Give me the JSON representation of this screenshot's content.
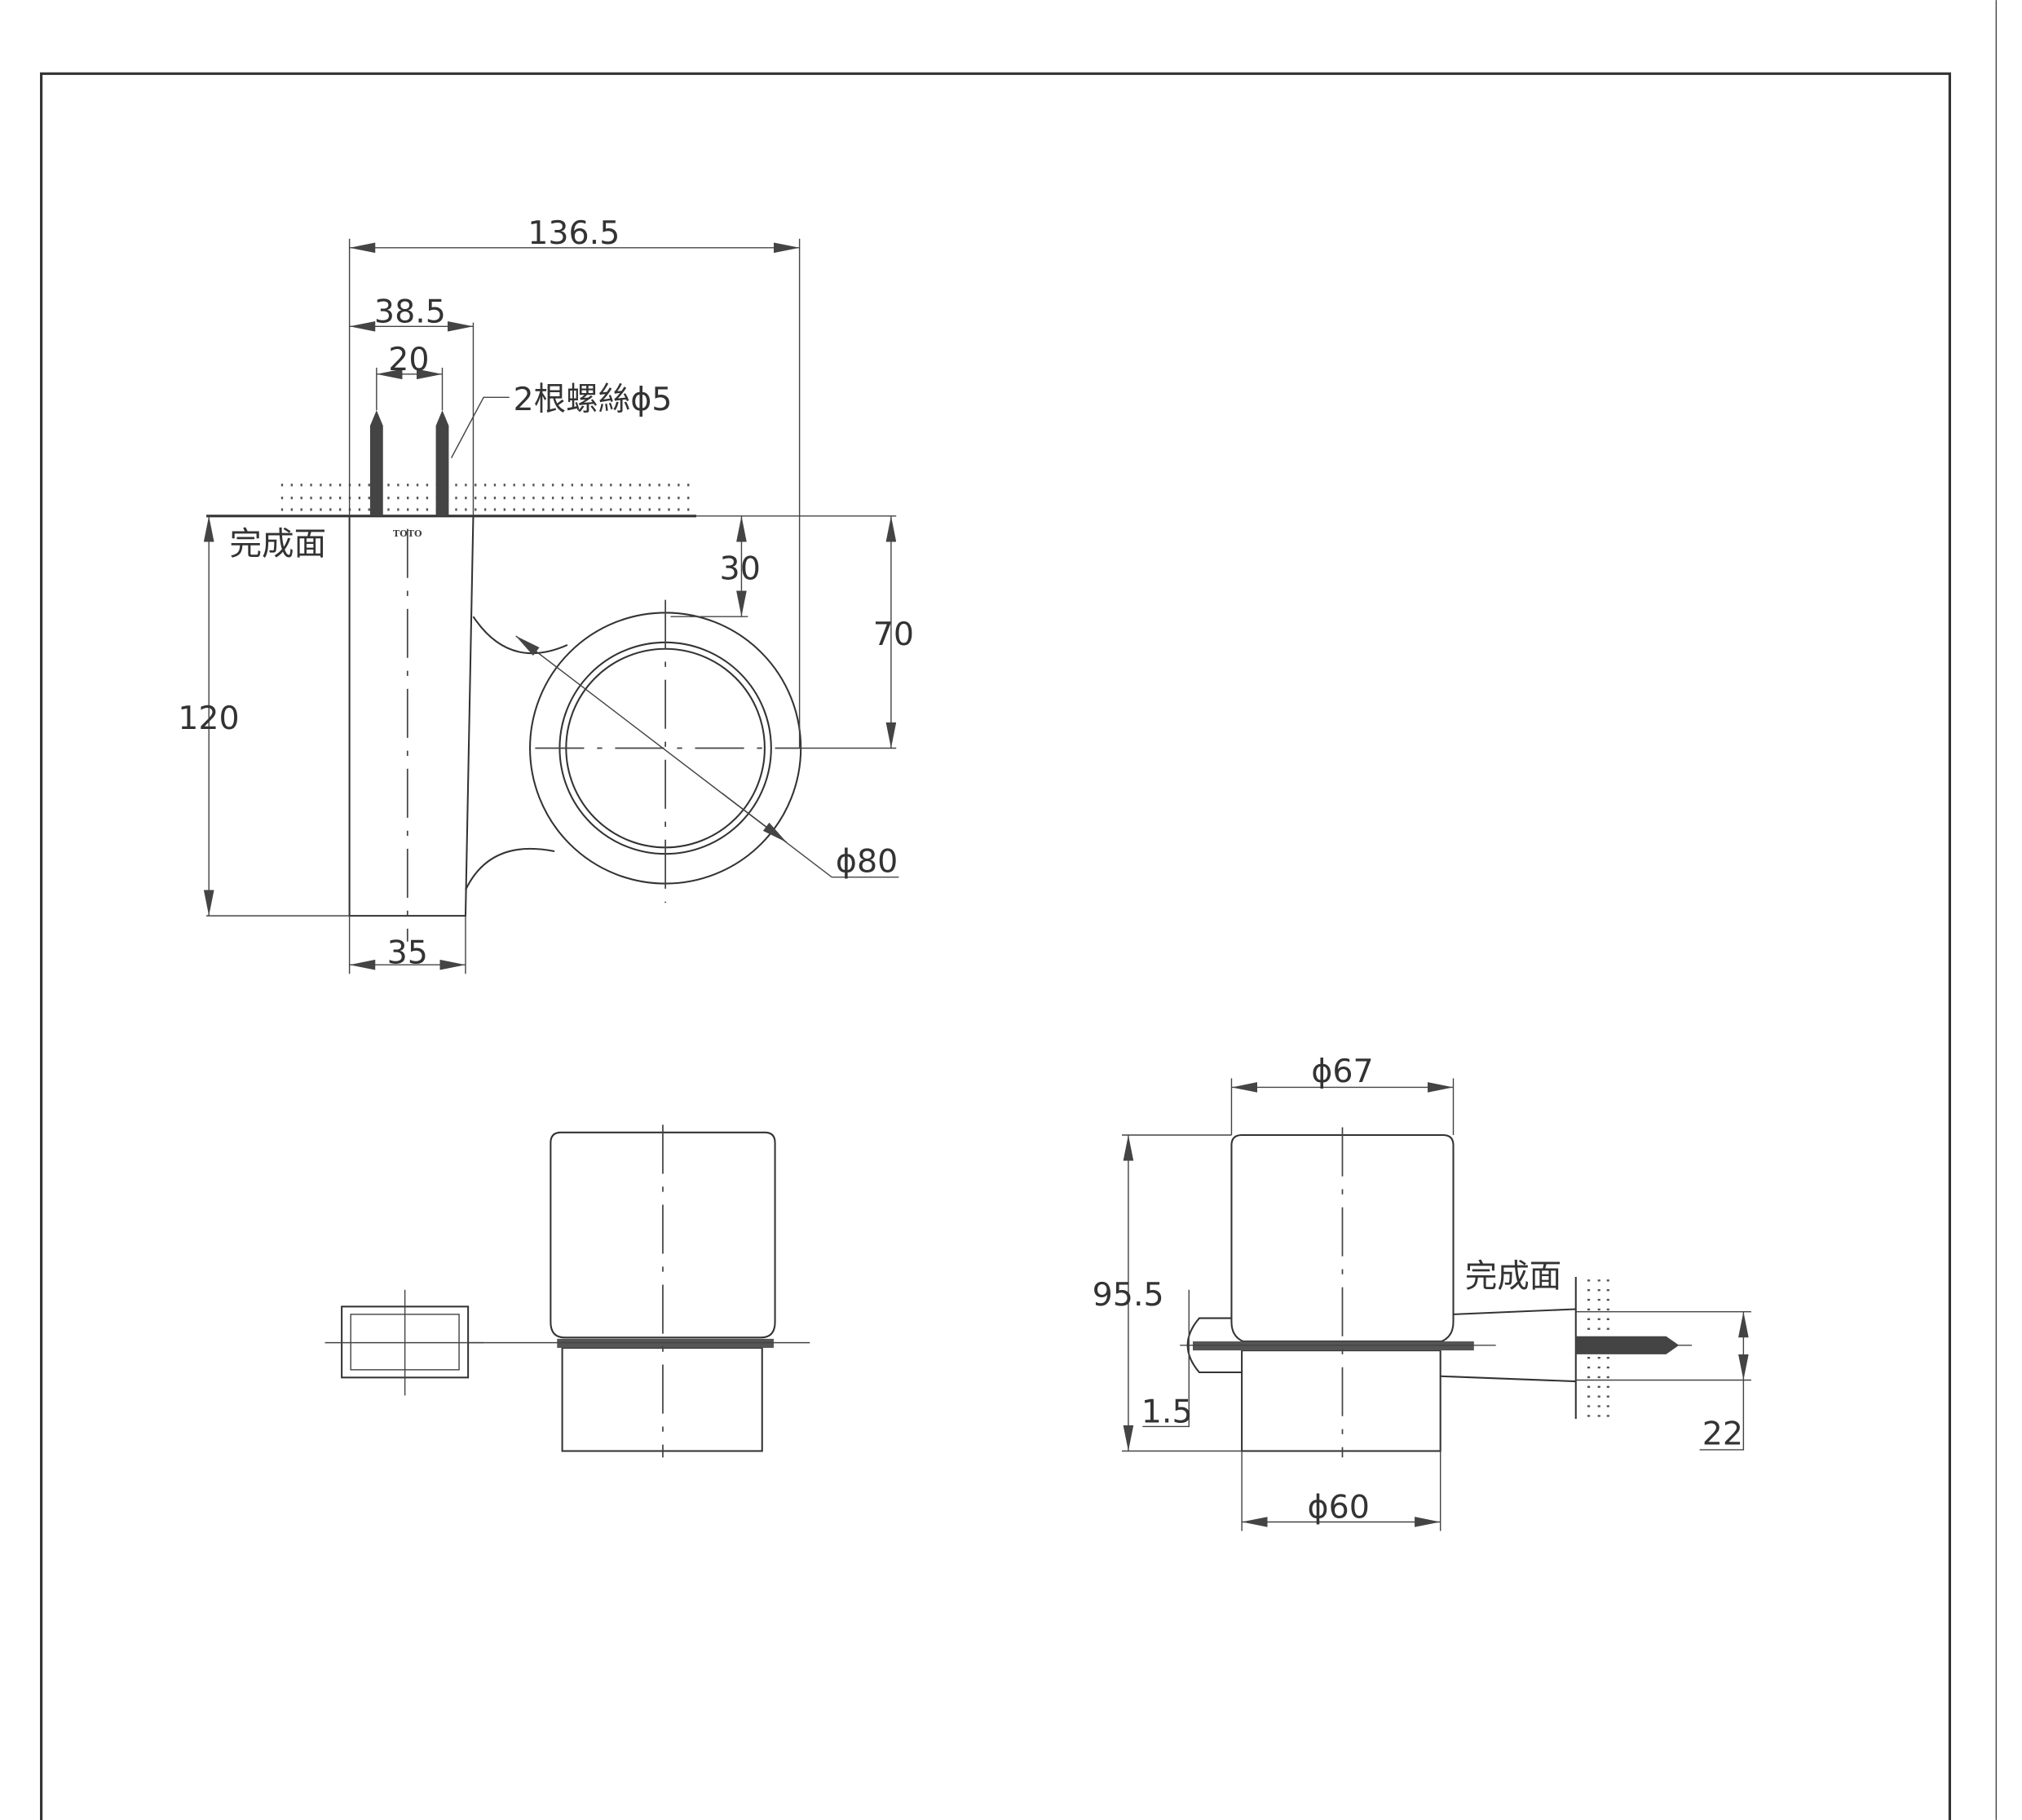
{
  "logo_text": "TOTO",
  "top_view": {
    "dim_overall_width": "136.5",
    "dim_screw_offset": "38.5",
    "dim_screw_spacing": "20",
    "screw_note": "2根螺絲ϕ5",
    "finish_surface": "完成面",
    "dim_ring_offset": "30",
    "dim_ring_center": "70",
    "dim_height": "120",
    "dim_ring_diameter": "ϕ80",
    "dim_base_width": "35"
  },
  "side_view": {
    "dim_cup_diameter": "ϕ67",
    "dim_total_height": "95.5",
    "dim_plate_thickness": "1.5",
    "finish_surface": "完成面",
    "dim_arm_height": "22",
    "dim_base_diameter": "ϕ60"
  }
}
